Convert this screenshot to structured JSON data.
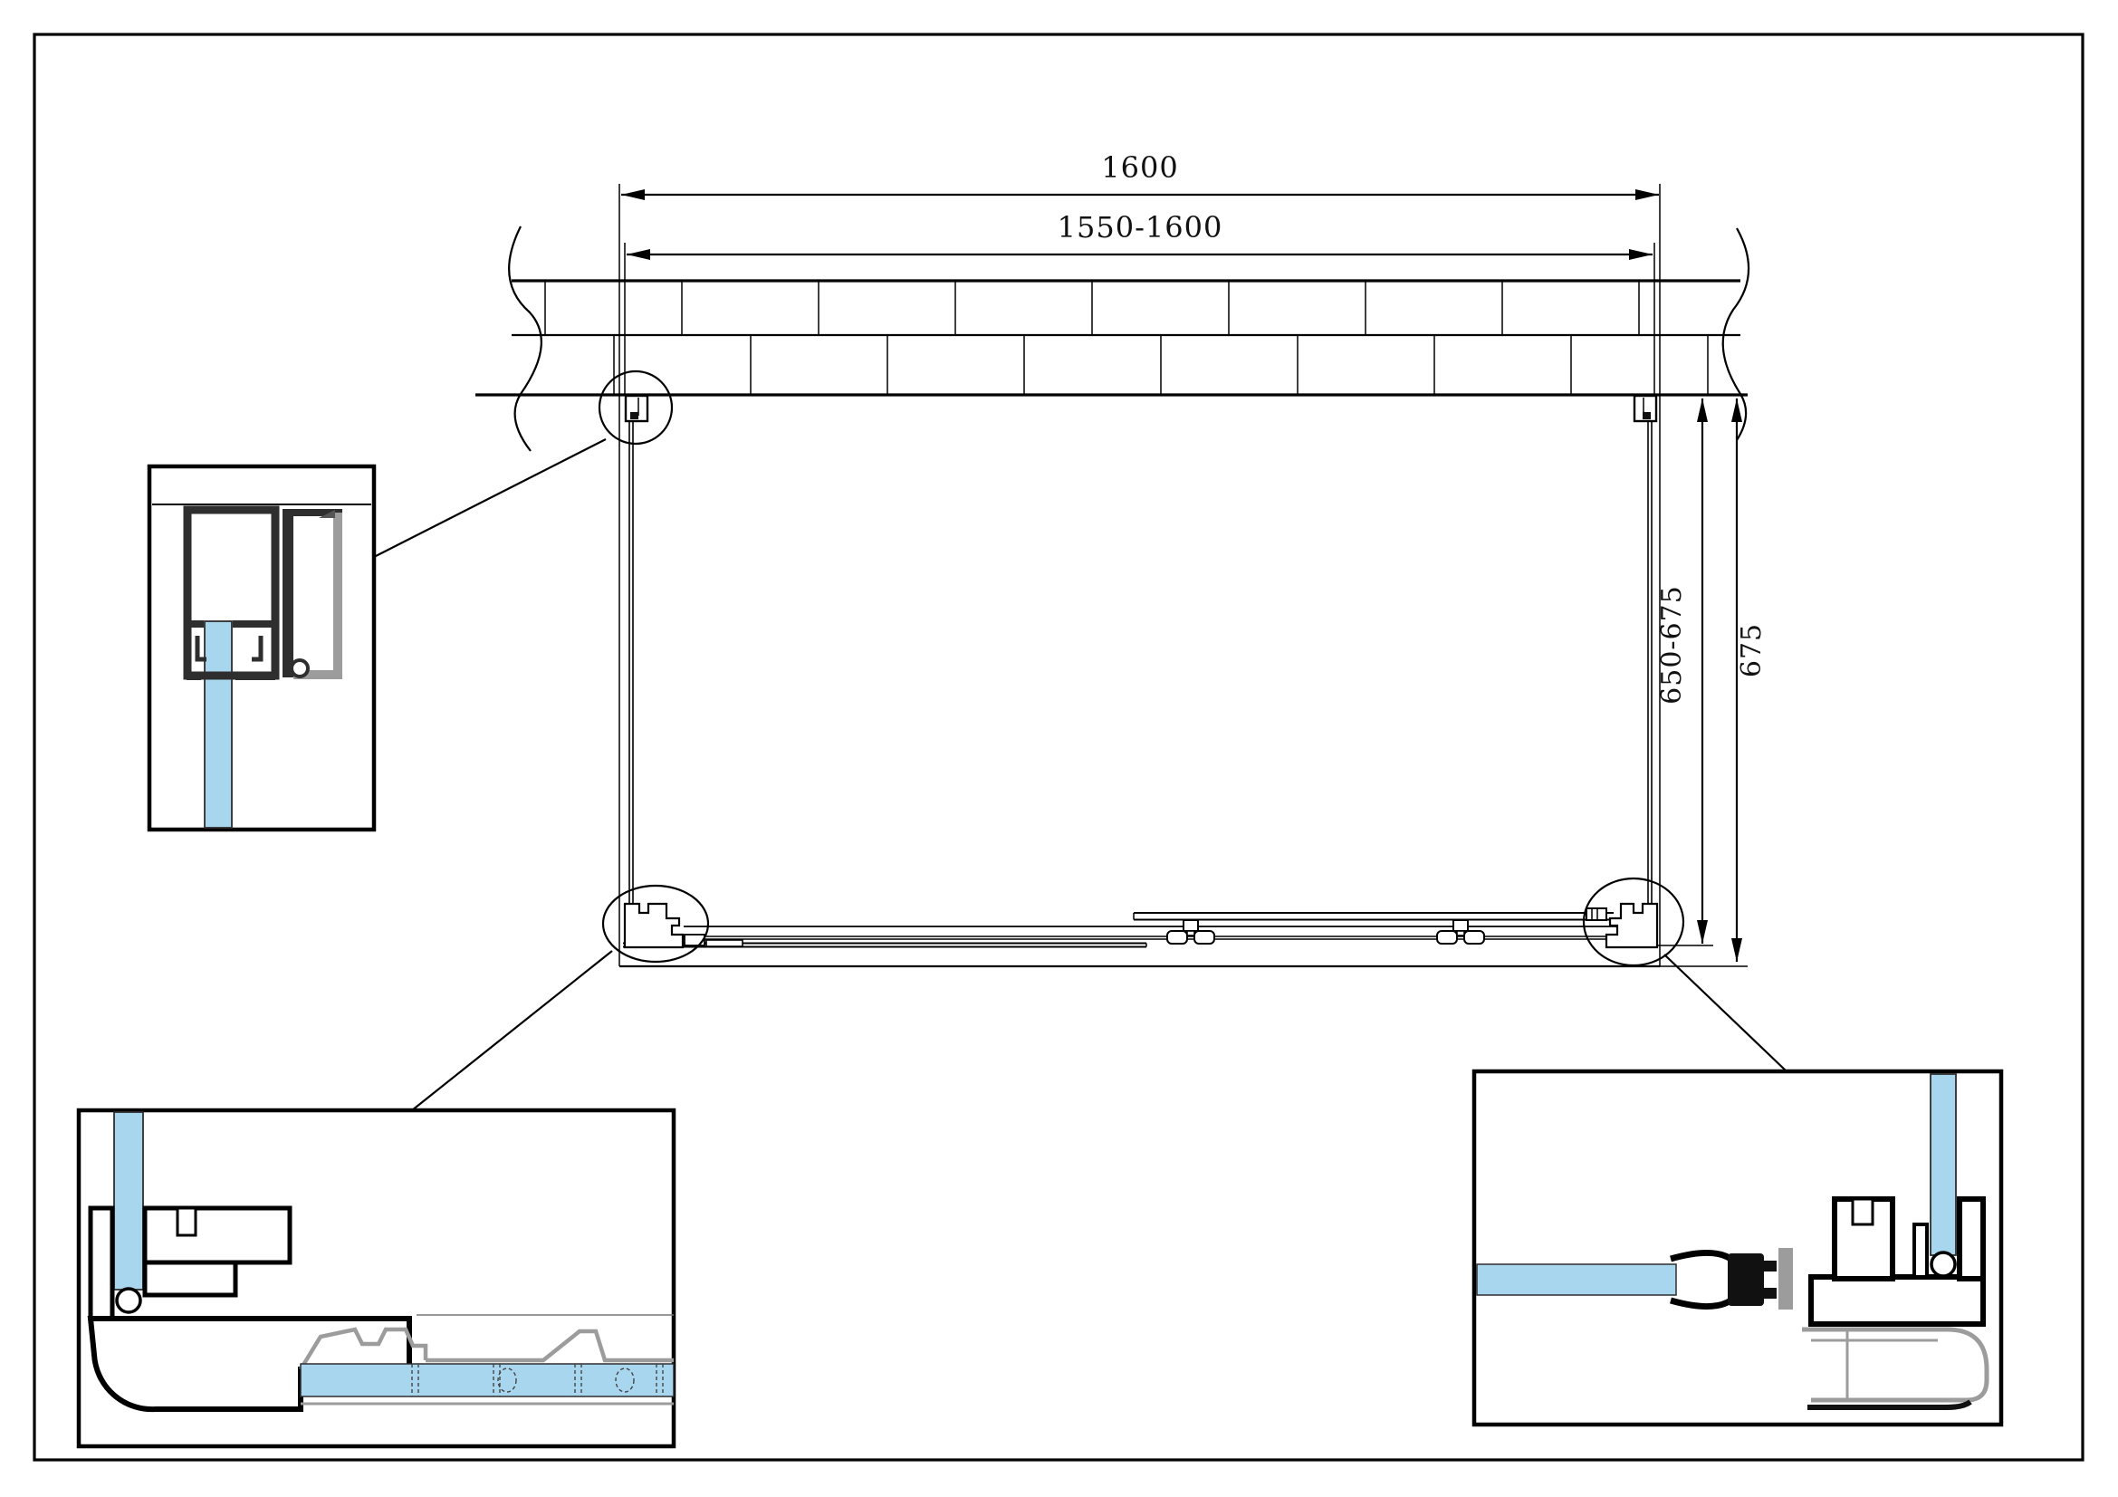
{
  "meta": {
    "type": "technical-drawing",
    "subject": "sliding shower enclosure plan view with detail sections"
  },
  "colors": {
    "glass": "#a8d6ee",
    "profile_dark": "#2e2e2e",
    "profile_gray": "#9c9c9c",
    "line": "#000000",
    "background": "#ffffff"
  },
  "dimensions": {
    "top_total": {
      "label": "1600"
    },
    "top_range": {
      "label": "1550-1600"
    },
    "side_range": {
      "label": "650-675"
    },
    "side_total": {
      "label": "675"
    }
  }
}
